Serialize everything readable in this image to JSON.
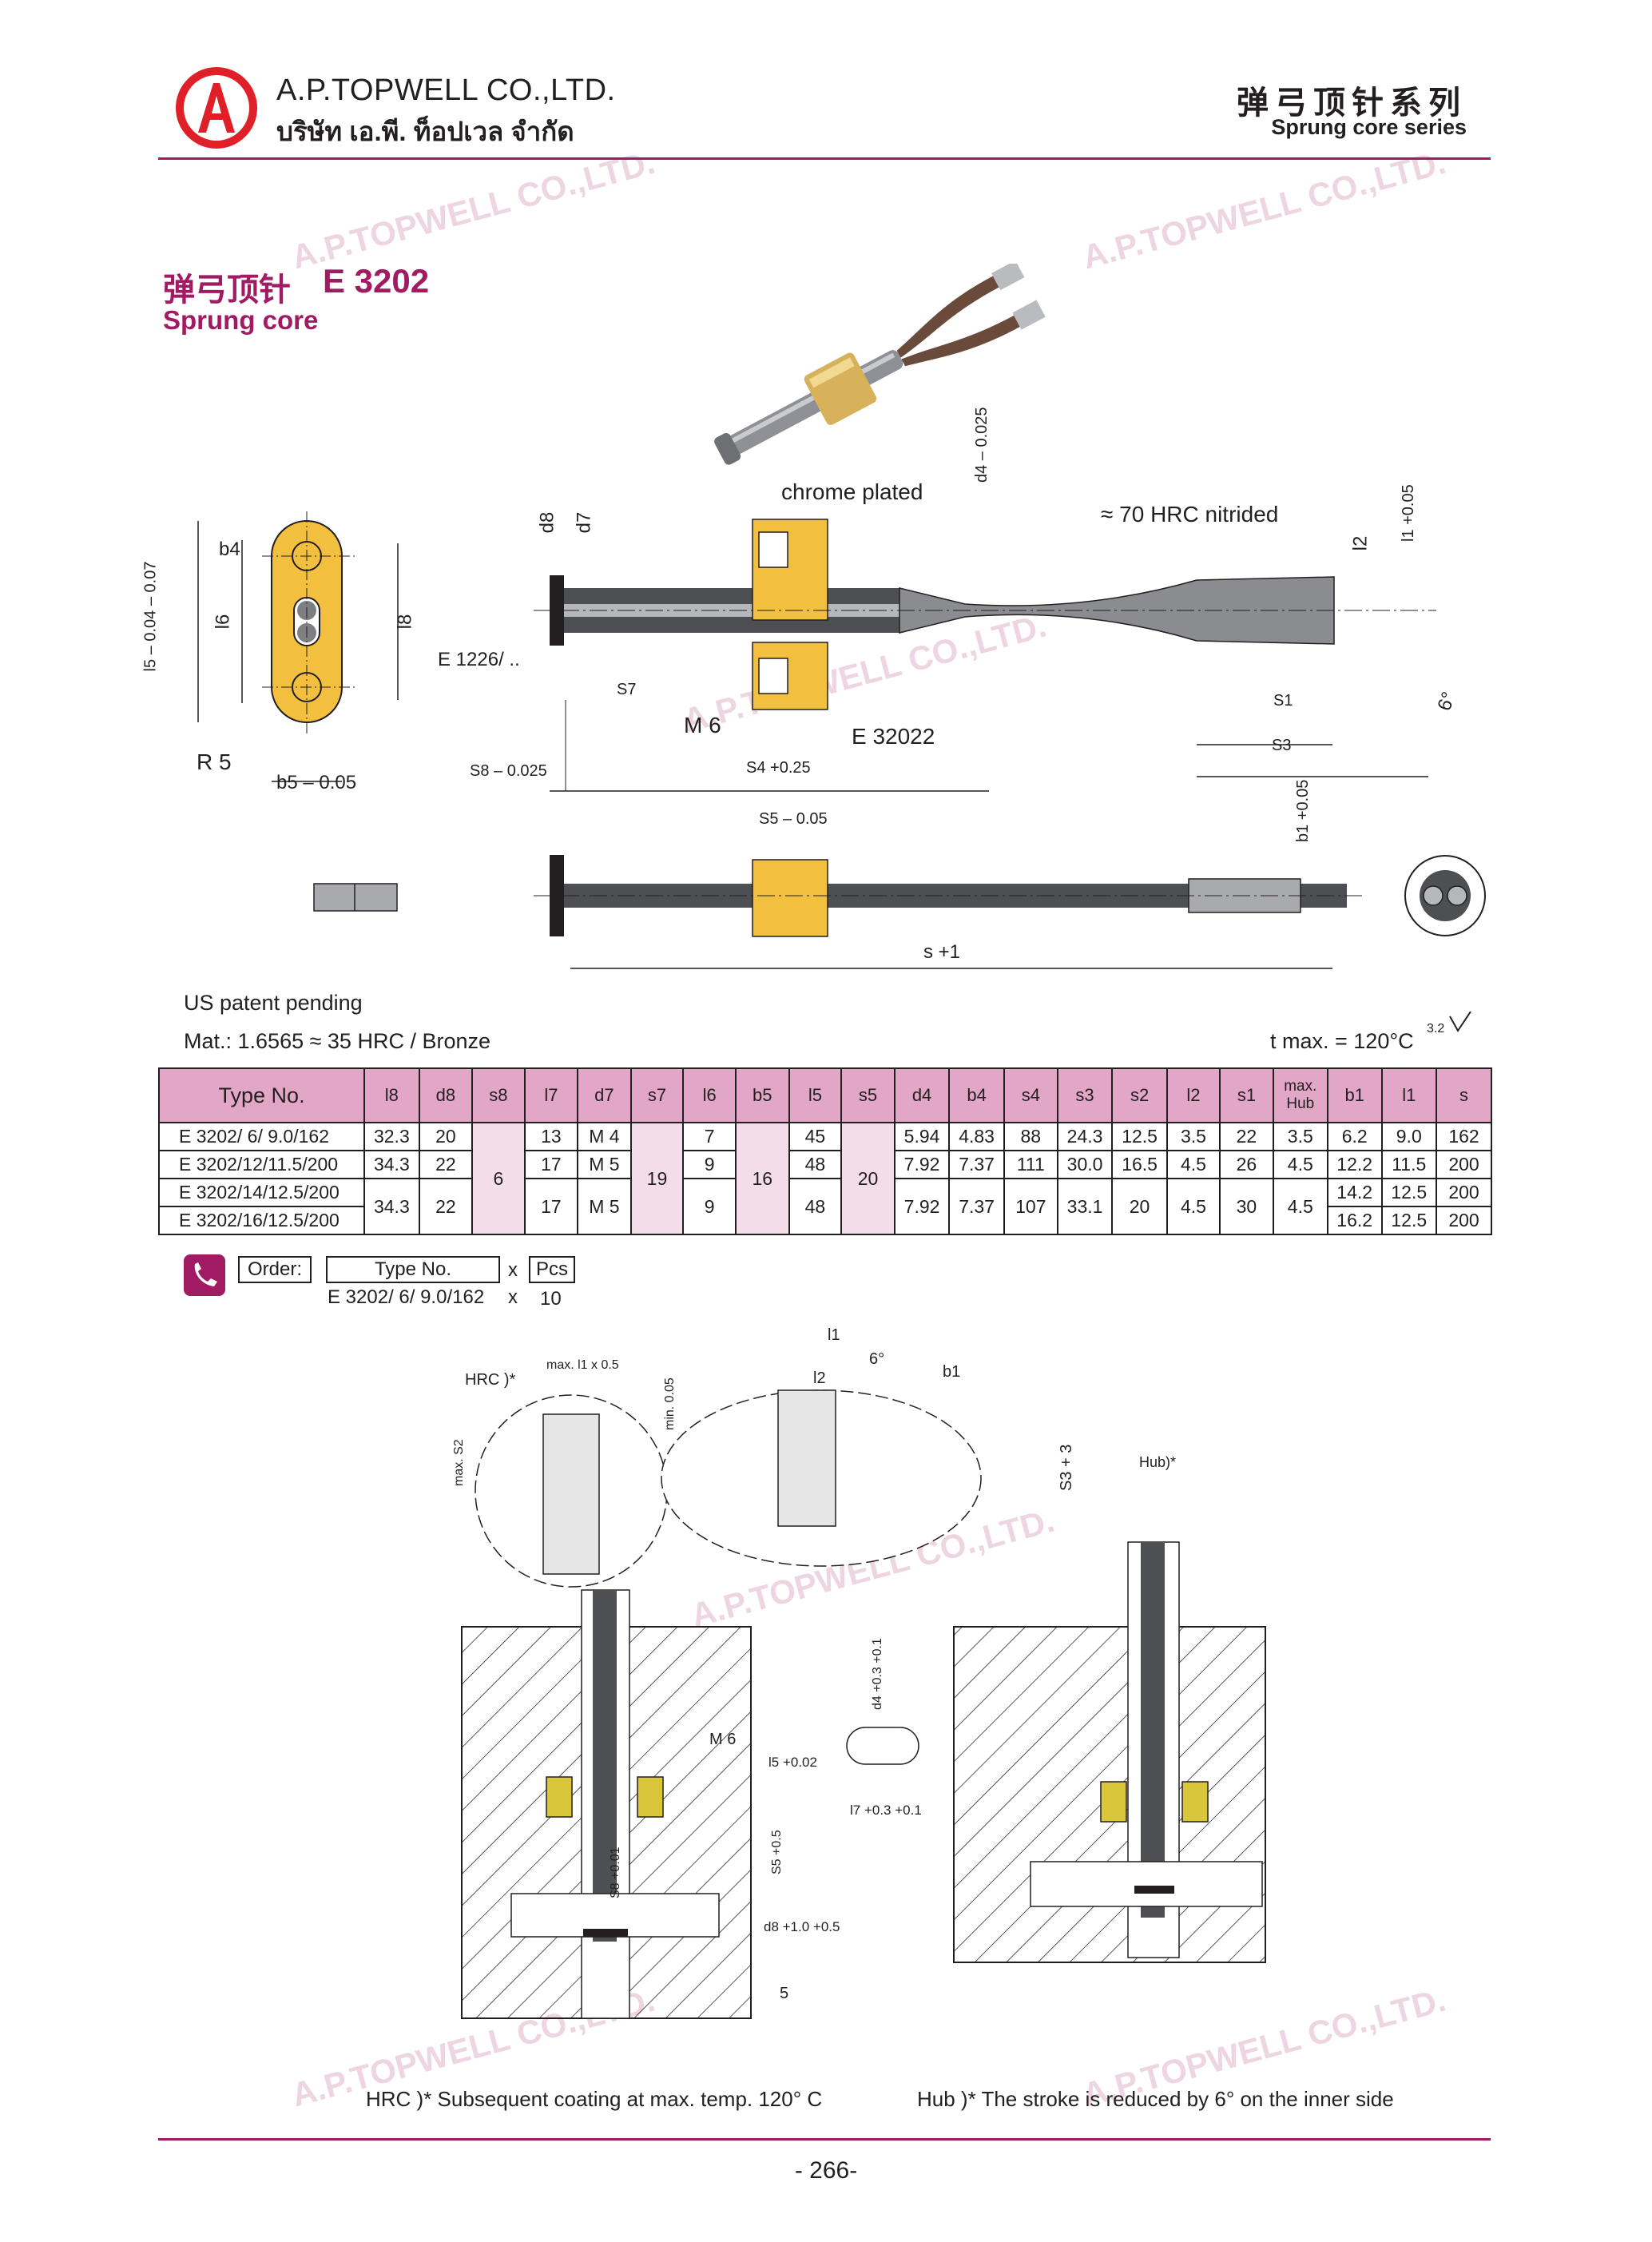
{
  "header": {
    "company_en": "A.P.TOPWELL CO.,LTD.",
    "company_th": "บริษัท เอ.พี. ท็อปเวล จำกัด",
    "series_cn": "弹弓顶针系列",
    "series_en": "Sprung core series"
  },
  "title": {
    "cn": "弹弓顶针",
    "code": "E 3202",
    "en": "Sprung core"
  },
  "drawing": {
    "chrome_plated": "chrome plated",
    "nitrided": "≈ 70 HRC nitrided",
    "e1226": "E 1226/ ..",
    "e32022": "E 32022",
    "m6": "M 6",
    "r5": "R 5",
    "b4": "b4",
    "l6": "l6",
    "l8": "l8",
    "l5": "l5 – 0.04 – 0.07",
    "b5": "b5 – 0.05",
    "d8": "d8",
    "d7": "d7",
    "d4": "d4 – 0.025",
    "s7": "S7",
    "s8": "S8 – 0.025",
    "s4": "S4 +0.25",
    "s1": "S1",
    "s3": "S3",
    "l2": "l2",
    "l1": "l1 +0.05",
    "angle": "6°",
    "s5": "S5 – 0.05",
    "b1": "b1 +0.05",
    "s": "s +1"
  },
  "notes": {
    "patent": "US patent pending",
    "material": "Mat.: 1.6565 ≈ 35 HRC / Bronze",
    "tmax": "t max. = 120°C",
    "surface": "3.2"
  },
  "table": {
    "headers": [
      "Type No.",
      "l8",
      "d8",
      "s8",
      "l7",
      "d7",
      "s7",
      "l6",
      "b5",
      "l5",
      "s5",
      "d4",
      "b4",
      "s4",
      "s3",
      "s2",
      "l2",
      "s1",
      "max. Hub",
      "b1",
      "l1",
      "s"
    ],
    "rows": [
      {
        "type": "E 3202/ 6/ 9.0/162",
        "l8": "32.3",
        "d8": "20",
        "l7": "13",
        "d7": "M 4",
        "l6": "7",
        "l5": "45",
        "d4": "5.94",
        "b4": "4.83",
        "s4": "88",
        "s3": "24.3",
        "s2": "12.5",
        "l2": "3.5",
        "s1": "22",
        "hub": "3.5",
        "b1": "6.2",
        "l1": "9.0",
        "s": "162"
      },
      {
        "type": "E 3202/12/11.5/200",
        "l8": "34.3",
        "d8": "22",
        "l7": "17",
        "d7": "M 5",
        "l6": "9",
        "l5": "48",
        "d4": "7.92",
        "b4": "7.37",
        "s4": "111",
        "s3": "30.0",
        "s2": "16.5",
        "l2": "4.5",
        "s1": "26",
        "hub": "4.5",
        "b1": "12.2",
        "l1": "11.5",
        "s": "200"
      },
      {
        "type": "E 3202/14/12.5/200",
        "b1": "14.2",
        "l1": "12.5",
        "s": "200"
      },
      {
        "type": "E 3202/16/12.5/200",
        "b1": "16.2",
        "l1": "12.5",
        "s": "200"
      }
    ],
    "merged": {
      "l8": "34.3",
      "d8": "22",
      "s8": "6",
      "l7": "17",
      "d7": "M 5",
      "s7": "19",
      "l6": "9",
      "b5": "16",
      "l5": "48",
      "s5": "20",
      "d4": "7.92",
      "b4": "7.37",
      "s4": "107",
      "s3": "33.1",
      "s2": "20",
      "l2": "4.5",
      "s1": "30",
      "hub": "4.5"
    }
  },
  "order": {
    "label": "Order:",
    "type_no": "Type No.",
    "x": "x",
    "pcs": "Pcs",
    "example_type": "E 3202/ 6/ 9.0/162",
    "example_qty": "10"
  },
  "lower_drawing": {
    "hrc": "HRC )*",
    "max_l1": "max. l1 x 0.5",
    "min005": "min. 0.05",
    "max_s2": "max. S2",
    "l1": "l1",
    "l2": "l2",
    "b1": "b1",
    "angle": "6°",
    "s3_3": "S3 + 3",
    "hub": "Hub)*",
    "m6": "M 6",
    "d4": "d4 +0.3 +0.1",
    "l5": "l5 +0.02",
    "l7": "l7 +0.3 +0.1",
    "s5": "S5 +0.5",
    "s8": "S8 +0.01",
    "d8": "d8 +1.0 +0.5",
    "five": "5"
  },
  "footnotes": {
    "hrc": "HRC )* Subsequent coating at max. temp. 120°  C",
    "hub": "Hub )* The stroke is reduced by 6°   on the inner side"
  },
  "page_number": "- 266-",
  "colors": {
    "brand": "#a11b63",
    "header_pink": "#e2a6c7",
    "bronze": "#f3bf3f",
    "steel": "#7d7f83"
  }
}
